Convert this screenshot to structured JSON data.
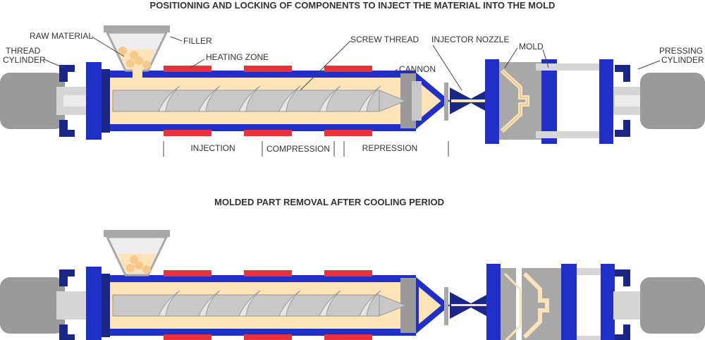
{
  "titles": {
    "top": "POSITIONING AND LOCKING OF COMPONENTS TO INJECT THE MATERIAL INTO THE MOLD",
    "bottom": "MOLDED PART REMOVAL AFTER COOLING PERIOD"
  },
  "labels": {
    "thread_cylinder_1": "THREAD",
    "thread_cylinder_2": "CYLINDER",
    "raw_material": "RAW MATERIAL",
    "filler": "FILLER",
    "heating_zone": "HEATING ZONE",
    "screw_thread": "SCREW THREAD",
    "injector_nozzle": "INJECTOR NOZZLE",
    "mold": "MOLD",
    "cannon": "CANNON",
    "pressing_cylinder_1": "PRESSING",
    "pressing_cylinder_2": "CYLINDER"
  },
  "zones": {
    "injection": "INJECTION",
    "compression": "COMPRESSION",
    "repression": "REPRESSION"
  },
  "colors": {
    "barrel_blue": "#1f2fc8",
    "dark_blue": "#1a2787",
    "heater_red": "#e8323c",
    "material_cream": "#fde3b8",
    "screw_grey": "#c8c8c8",
    "cylinder_grey": "#9a9a9a",
    "mold_grey": "#a8a8a8",
    "light_grey": "#d6d6d6"
  },
  "icons": [
    "thread-cylinder-icon",
    "hopper-icon",
    "screw-icon",
    "nozzle-icon",
    "mold-icon",
    "pressing-cylinder-icon"
  ]
}
